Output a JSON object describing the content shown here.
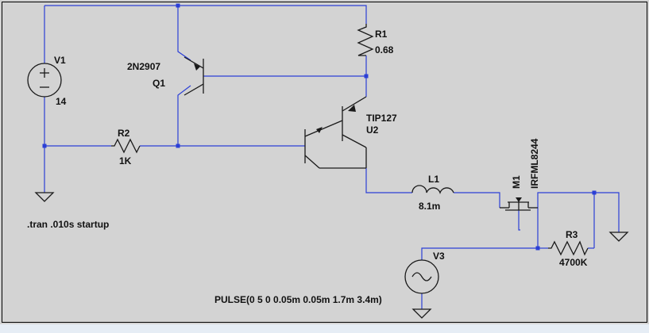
{
  "components": {
    "v1": {
      "name": "V1",
      "value": "14"
    },
    "q1": {
      "model": "2N2907",
      "name": "Q1"
    },
    "r1": {
      "name": "R1",
      "value": "0.68"
    },
    "r2": {
      "name": "R2",
      "value": "1K"
    },
    "u2": {
      "model": "TIP127",
      "name": "U2"
    },
    "l1": {
      "name": "L1",
      "value": "8.1m"
    },
    "m1": {
      "name": "M1",
      "model": "IRFML8244"
    },
    "r3": {
      "name": "R3",
      "value": "4700K"
    },
    "v3": {
      "name": "V3",
      "value": "PULSE(0 5 0 0.05m 0.05m 1.7m 3.4m)"
    }
  },
  "directives": {
    "tran": ".tran .010s startup"
  },
  "colors": {
    "canvas": "#d3d3d3",
    "wire": "#2b3fd6",
    "component": "#1a1a1a",
    "text": "#111111"
  }
}
